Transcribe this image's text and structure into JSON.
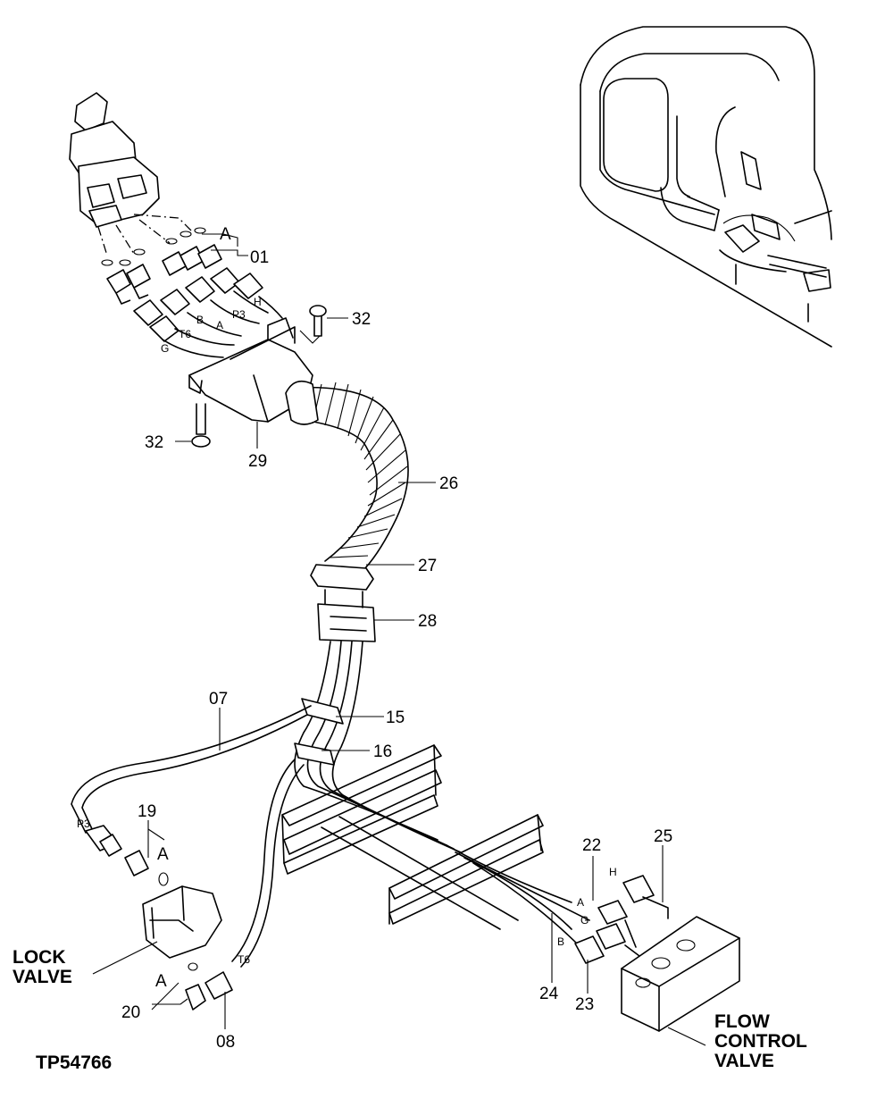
{
  "figure_id": "TP54766",
  "labels": {
    "lock_valve": [
      "LOCK",
      "VALVE"
    ],
    "flow_control_valve": [
      "FLOW",
      "CONTROL",
      "VALVE"
    ]
  },
  "callouts": {
    "c01": "01",
    "c07": "07",
    "c08": "08",
    "c15": "15",
    "c16": "16",
    "c19": "19",
    "c20": "20",
    "c22": "22",
    "c23": "23",
    "c24": "24",
    "c25": "25",
    "c26": "26",
    "c27": "27",
    "c28": "28",
    "c29": "29",
    "c32a": "32",
    "c32b": "32"
  },
  "detail_marks": {
    "a_top": "A",
    "a_19": "A",
    "a_20": "A"
  },
  "hose_letters": {
    "h_top": "H",
    "p3_top": "P3",
    "b_top": "B",
    "a_top": "A",
    "t6_top": "T6",
    "g_top": "G",
    "p3_left": "P3",
    "t6_low": "T6",
    "h_right": "H",
    "a_right": "A",
    "g_right": "G",
    "b_right": "B"
  }
}
